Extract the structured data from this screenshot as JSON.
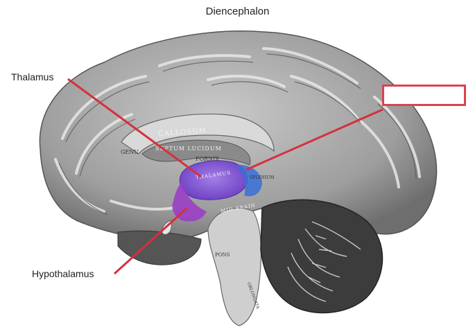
{
  "title": "Diencephalon",
  "labels": {
    "thalamus": "Thalamus",
    "hypothalamus": "Hypothalamus"
  },
  "answer_box": {
    "value": ""
  },
  "anatomy_text": {
    "callosum": "CALLOSUM",
    "genu": "GENU",
    "septum": "SEPTUM LUCIDUM",
    "fornix": "FORNIX",
    "thalamus_inner": "THALAMUS",
    "splenium": "SPLENIUM",
    "midbrain": "MID BRAIN",
    "pons": "PONS",
    "medulla": "OBLONGATA"
  },
  "colors": {
    "pointer": "#d6303c",
    "thalamus_highlight": "#7b4fd0",
    "hypothalamus_highlight": "#9b3fc4",
    "epithalamus_highlight": "#3a6fd6",
    "brain_fill": "#9a9a9a",
    "cerebellum_fill": "#3c3c3c"
  }
}
